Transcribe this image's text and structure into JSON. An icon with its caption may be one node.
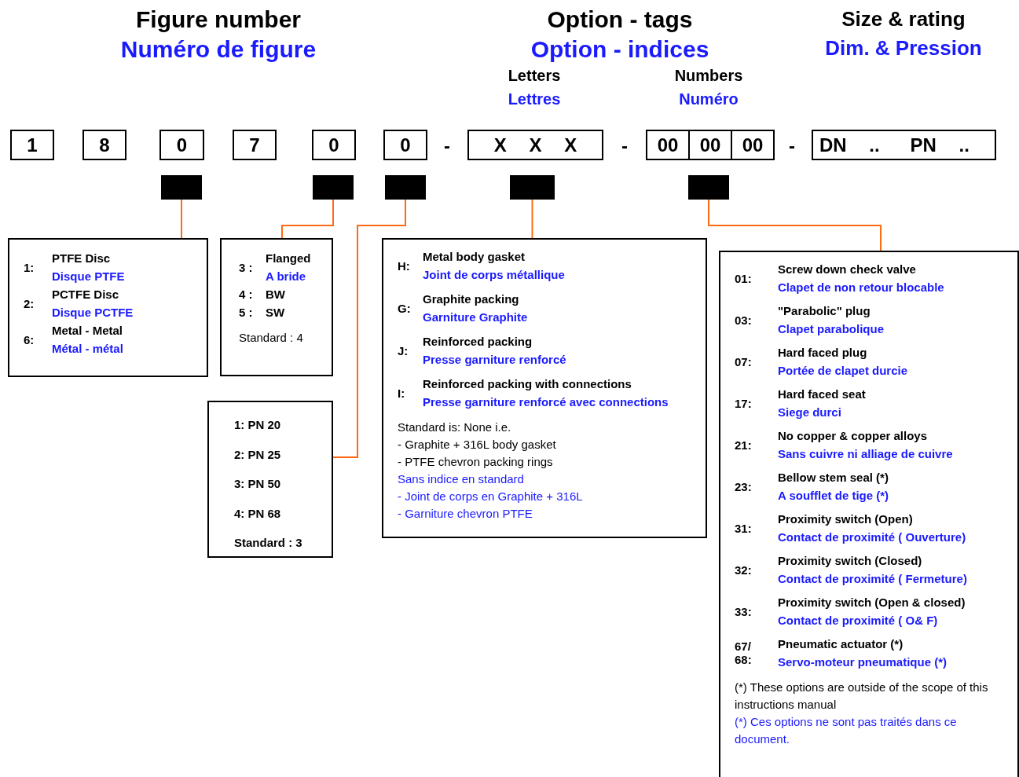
{
  "diagram": {
    "nodes": [
      {
        "text": [
          "1"
        ]
      },
      {
        "text": [
          "8"
        ]
      },
      {
        "text": [
          "0"
        ]
      },
      {
        "text": [
          "7"
        ]
      },
      {
        "text": [
          "0"
        ]
      },
      {
        "text": [
          "0"
        ]
      },
      {
        "text": [
          "X X X"
        ]
      },
      {
        "text": [
          "00",
          "00",
          "00"
        ]
      },
      {
        "text": [
          "DN ..",
          "PN .."
        ]
      },
      {
        "text": [],
        "shape": "bar"
      },
      {
        "text": [],
        "shape": "bar"
      },
      {
        "text": [],
        "shape": "bar"
      },
      {
        "text": [],
        "shape": "bar"
      },
      {
        "text": [],
        "shape": "bar"
      },
      {
        "text": [
          "1:",
          "PTFE Disc",
          "Disque PTFE",
          "2:",
          "PCTFE Disc",
          "Disque PCTFE",
          "6:",
          "Metal - Metal",
          "Métal - métal"
        ]
      },
      {
        "text": [
          "3 :",
          "Flanged",
          "A bride",
          "4 :",
          "BW",
          "5 :",
          "SW",
          "Standard : 4"
        ]
      },
      {
        "text": [
          "1: PN 20",
          "2: PN 25",
          "3: PN 50",
          "4: PN 68",
          "Standard : 3"
        ]
      },
      {
        "text": [
          "H:",
          "Metal body gasket",
          "Joint de corps métallique",
          "G:",
          "Graphite packing",
          "Garniture Graphite",
          "J:",
          "Reinforced packing",
          "Presse garniture renforcé",
          "I:",
          "Reinforced packing with connections",
          "Presse garniture renforcé avec connections",
          "Standard is: None i.e.",
          "- Graphite + 316L body gasket",
          "- PTFE chevron packing rings",
          "Sans indice en standard",
          "- Joint de corps en Graphite + 316L",
          "- Garniture chevron PTFE"
        ]
      },
      {
        "text": [
          "01:",
          "Screw down check valve",
          "Clapet de non retour blocable",
          "03:",
          "\"Parabolic\" plug",
          "Clapet parabolique",
          "07:",
          "Hard faced plug",
          "Portée de clapet durcie",
          "17:",
          "Hard faced seat",
          "Siege durci",
          "21:",
          "No copper & copper alloys",
          "Sans cuivre ni alliage de cuivre",
          "23:",
          "Bellow stem seal (*)",
          "A soufflet de tige (*)",
          "31:",
          "Proximity switch (Open)",
          "Contact de proximité ( Ouverture)",
          "32:",
          "Proximity switch (Closed)",
          "Contact de proximité ( Fermeture)",
          "33:",
          "Proximity switch (Open & closed)",
          "Contact de proximité ( O& F)",
          "67/ 68:",
          "Pneumatic actuator (*)",
          "Servo-moteur pneumatique (*)",
          "(*) These options are outside of the scope of this instructions manual",
          "(*) Ces options ne sont pas traités dans ce document."
        ]
      }
    ],
    "edges": [
      {
        "from": 9,
        "to": 14,
        "arrow": "none"
      },
      {
        "from": 10,
        "to": 15,
        "arrow": "none"
      },
      {
        "from": 11,
        "to": 16,
        "arrow": "none"
      },
      {
        "from": 12,
        "to": 17,
        "arrow": "none"
      },
      {
        "from": 13,
        "to": 18,
        "arrow": "none"
      }
    ],
    "labels": [
      "Figure number",
      "Numéro de figure",
      "Option - tags",
      "Option - indices",
      "Size & rating",
      "Dim. & Pression",
      "Letters",
      "Numbers",
      "Lettres",
      "Numéro",
      "-",
      "-",
      "-"
    ]
  }
}
